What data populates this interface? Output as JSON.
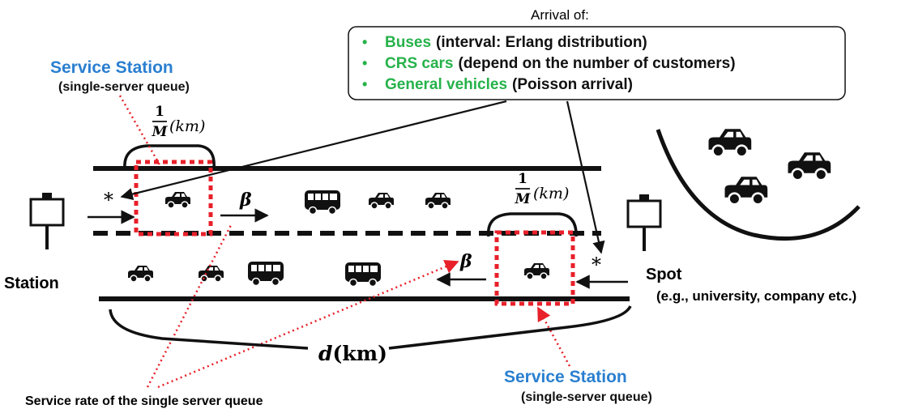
{
  "arrival_box": {
    "title": "Arrival of:",
    "items": [
      {
        "bullet": "•",
        "term": "Buses",
        "desc": "(interval: Erlang distribution)"
      },
      {
        "bullet": "•",
        "term": "CRS cars",
        "desc": "(depend on the number of customers)"
      },
      {
        "bullet": "•",
        "term": "General vehicles",
        "desc": "(Poisson arrival)"
      }
    ]
  },
  "service_station_left": {
    "title": "Service Station",
    "subtitle": "(single-server queue)"
  },
  "service_station_right": {
    "title": "Service Station",
    "subtitle": "(single-server queue)"
  },
  "segment_left": {
    "numerator": "1",
    "denominator": "M",
    "unit": "(km)"
  },
  "segment_right": {
    "numerator": "1",
    "denominator": "M",
    "unit": "(km)"
  },
  "arrival_marker_left": "*",
  "arrival_marker_right": "*",
  "beta_top": "β",
  "beta_bottom": "β",
  "station_label": "Station",
  "spot": {
    "label": "Spot",
    "examples": "(e.g., university, company etc.)"
  },
  "distance": {
    "var": "d",
    "unit": "(km)"
  },
  "service_rate_label": "Service rate of the single server queue",
  "colors": {
    "station_title": "#2a7fd0",
    "arrival_term": "#26b24a",
    "queue_box": "#e8202a",
    "ink": "#111111"
  }
}
